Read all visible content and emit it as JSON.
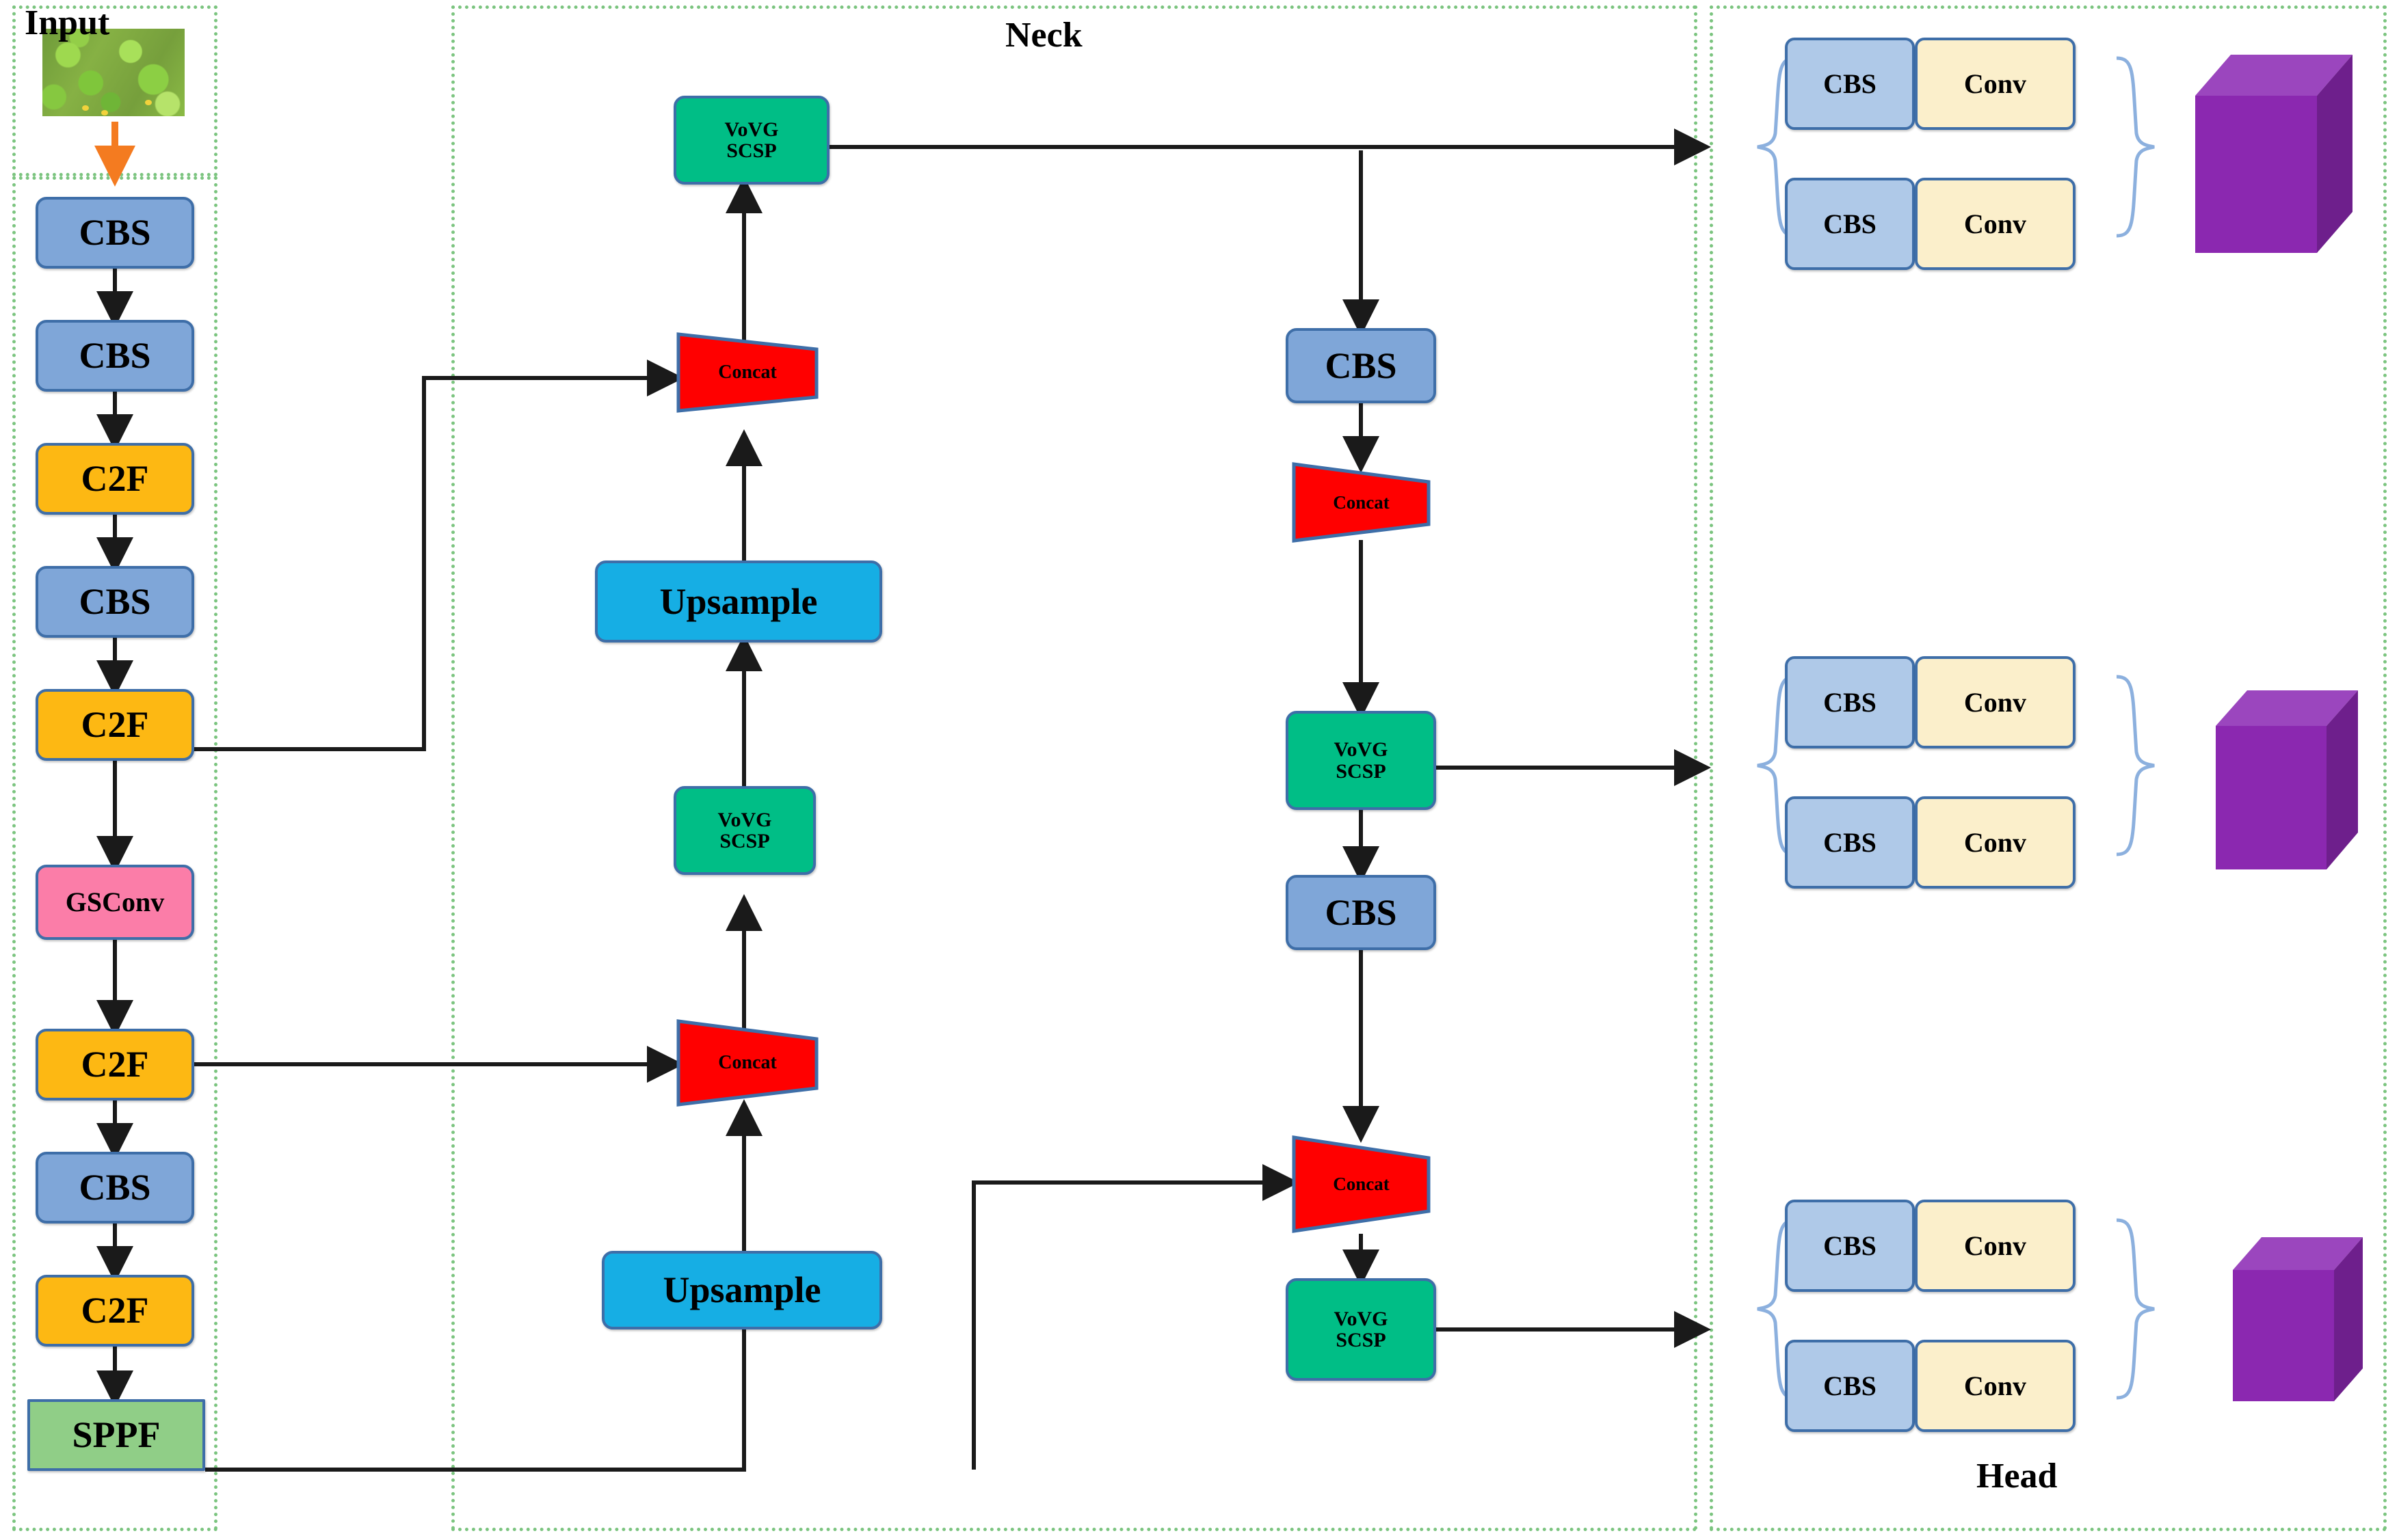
{
  "regions": {
    "input": {
      "label": "Input"
    },
    "backbone": {
      "label": ""
    },
    "neck": {
      "label": "Neck"
    },
    "head": {
      "label": "Head"
    }
  },
  "colors": {
    "cbs": "#7FA6D8",
    "c2f": "#FDB813",
    "gsconv": "#FB7DA8",
    "sppf": "#90CE87",
    "vovgscsp": "#00BE86",
    "upsample": "#16AEE4",
    "concat": "#FF0000",
    "head_cbs": "#AFC9E8",
    "head_conv": "#FBEFCB",
    "cube": "#8B28B0",
    "cube_top": "#9B46BE",
    "cube_side": "#6E1F8C",
    "border": "#3E6EA8",
    "region_dash": "#7BC47F",
    "arrow": "#1A1A1A",
    "input_arrow": "#F47B20",
    "brace": "#8CB0DE"
  },
  "backbone": {
    "nodes": [
      {
        "id": "bb-cbs-1",
        "label": "CBS",
        "type": "cbs"
      },
      {
        "id": "bb-cbs-2",
        "label": "CBS",
        "type": "cbs"
      },
      {
        "id": "bb-c2f-1",
        "label": "C2F",
        "type": "c2f"
      },
      {
        "id": "bb-cbs-3",
        "label": "CBS",
        "type": "cbs"
      },
      {
        "id": "bb-c2f-2",
        "label": "C2F",
        "type": "c2f"
      },
      {
        "id": "bb-gsconv",
        "label": "GSConv",
        "type": "gsconv"
      },
      {
        "id": "bb-c2f-3",
        "label": "C2F",
        "type": "c2f"
      },
      {
        "id": "bb-cbs-4",
        "label": "CBS",
        "type": "cbs"
      },
      {
        "id": "bb-c2f-4",
        "label": "C2F",
        "type": "c2f"
      },
      {
        "id": "bb-sppf",
        "label": "SPPF",
        "type": "sppf"
      }
    ]
  },
  "neck": {
    "left_column": [
      {
        "id": "nk-vovg-top",
        "label_line1": "VoVG",
        "label_line2": "SCSP",
        "type": "vovgscsp"
      },
      {
        "id": "nk-concat-top",
        "label": "Concat",
        "type": "concat"
      },
      {
        "id": "nk-upsample-1",
        "label": "Upsample",
        "type": "upsample"
      },
      {
        "id": "nk-vovg-mid",
        "label_line1": "VoVG",
        "label_line2": "SCSP",
        "type": "vovgscsp"
      },
      {
        "id": "nk-concat-mid",
        "label": "Concat",
        "type": "concat"
      },
      {
        "id": "nk-upsample-2",
        "label": "Upsample",
        "type": "upsample"
      }
    ],
    "right_column": [
      {
        "id": "nk-cbs-1",
        "label": "CBS",
        "type": "cbs"
      },
      {
        "id": "nk-concat-r1",
        "label": "Concat",
        "type": "concat"
      },
      {
        "id": "nk-vovg-r1",
        "label_line1": "VoVG",
        "label_line2": "SCSP",
        "type": "vovgscsp"
      },
      {
        "id": "nk-cbs-2",
        "label": "CBS",
        "type": "cbs"
      },
      {
        "id": "nk-concat-r2",
        "label": "Concat",
        "type": "concat"
      },
      {
        "id": "nk-vovg-r2",
        "label_line1": "VoVG",
        "label_line2": "SCSP",
        "type": "vovgscsp"
      }
    ]
  },
  "head": {
    "groups": [
      {
        "id": "head-group-1",
        "rows": [
          {
            "cbs": "CBS",
            "conv": "Conv"
          },
          {
            "cbs": "CBS",
            "conv": "Conv"
          }
        ],
        "output": "cube"
      },
      {
        "id": "head-group-2",
        "rows": [
          {
            "cbs": "CBS",
            "conv": "Conv"
          },
          {
            "cbs": "CBS",
            "conv": "Conv"
          }
        ],
        "output": "cube"
      },
      {
        "id": "head-group-3",
        "rows": [
          {
            "cbs": "CBS",
            "conv": "Conv"
          },
          {
            "cbs": "CBS",
            "conv": "Conv"
          }
        ],
        "output": "cube"
      }
    ]
  }
}
